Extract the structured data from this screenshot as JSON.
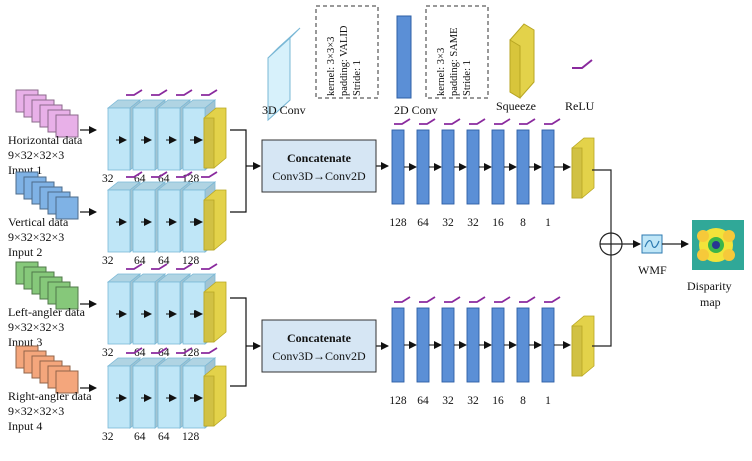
{
  "legend": {
    "conv3d_label": "3D Conv",
    "conv3d_kernel": [
      "kernel: 3×3×3",
      "padding: VALID",
      "Stride: 1"
    ],
    "conv2d_label": "2D Conv",
    "conv2d_kernel": [
      "kernel: 3×3",
      "padding: SAME",
      "Stride: 1"
    ],
    "squeeze_label": "Squeeze",
    "relu_label": "ReLU"
  },
  "inputs": [
    {
      "name": "Horizontal data",
      "dims": "9×32×32×3",
      "id": "Input 1",
      "color": "#e8b0e8"
    },
    {
      "name": "Vertical data",
      "dims": "9×32×32×3",
      "id": "Input 2",
      "color": "#7fb2e5"
    },
    {
      "name": "Left-angler data",
      "dims": "9×32×32×3",
      "id": "Input 3",
      "color": "#86c87a"
    },
    {
      "name": "Right-angler data",
      "dims": "9×32×32×3",
      "id": "Input 4",
      "color": "#f4a67c"
    }
  ],
  "conv3d_filters": [
    "32",
    "64",
    "64",
    "128"
  ],
  "concat": {
    "title": "Concatenate",
    "sub": "Conv3D→Conv2D"
  },
  "conv2d_filters": [
    "128",
    "64",
    "32",
    "32",
    "16",
    "8",
    "1"
  ],
  "wmf_label": "WMF",
  "output_label": [
    "Disparity",
    "map"
  ],
  "colors": {
    "conv3d": "#bfe6f7",
    "conv2d": "#5b8fd6",
    "squeeze": "#e3d24a",
    "relu": "#8a2a9e",
    "concat": "#d6e6f4"
  }
}
